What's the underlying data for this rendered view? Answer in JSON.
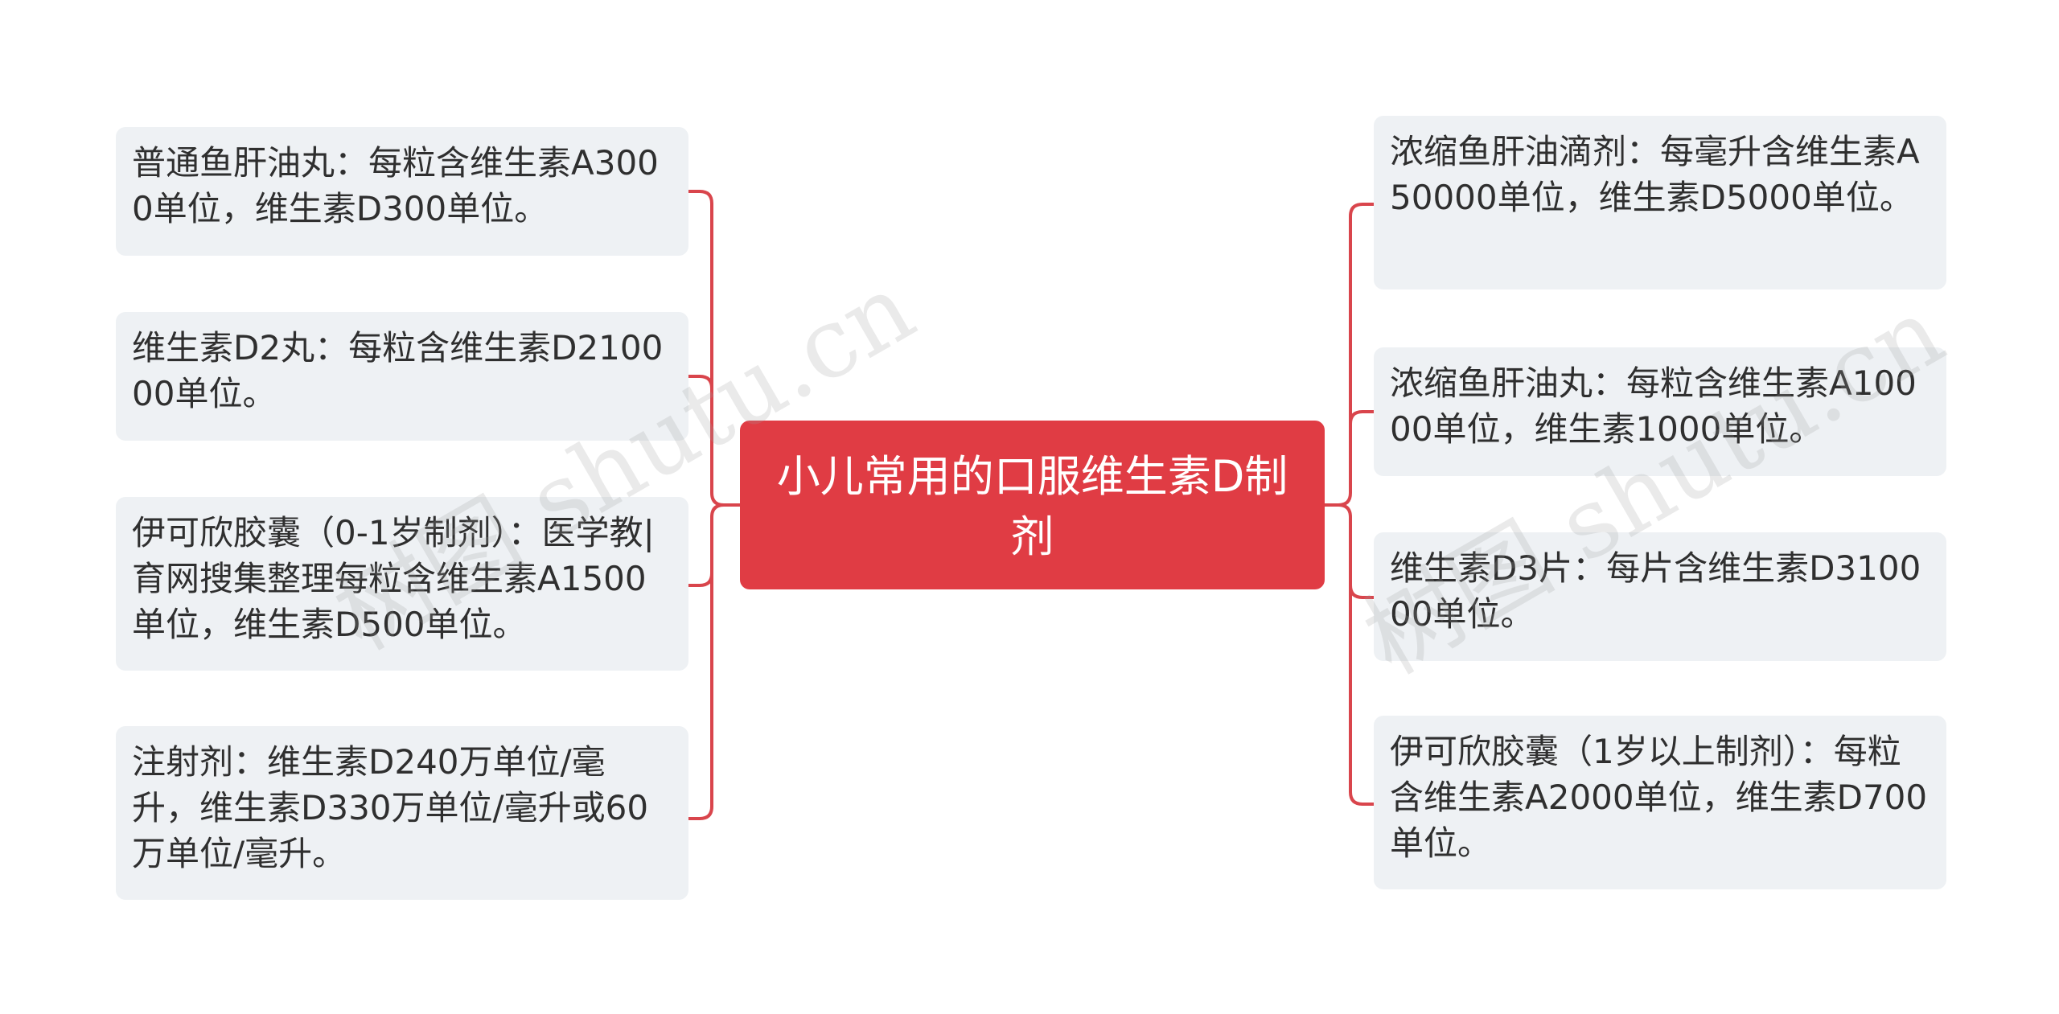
{
  "root": {
    "title": "小儿常用的口服维生素D制剂"
  },
  "left_nodes": [
    {
      "text": "普通鱼肝油丸：每粒含维生素A3000单位，维生素D300单位。"
    },
    {
      "text": "维生素D2丸：每粒含维生素D210000单位。"
    },
    {
      "text": "伊可欣胶囊（0-1岁制剂）：医学教|育网搜集整理每粒含维生素A1500单位，维生素D500单位。"
    },
    {
      "text": "注射剂：维生素D240万单位/毫升，维生素D330万单位/毫升或60万单位/毫升。"
    }
  ],
  "right_nodes": [
    {
      "text": "浓缩鱼肝油滴剂：每毫升含维生素A50000单位，维生素D5000单位。"
    },
    {
      "text": "浓缩鱼肝油丸：每粒含维生素A10000单位，维生素1000单位。"
    },
    {
      "text": "维生素D3片：每片含维生素D310000单位。"
    },
    {
      "text": "伊可欣胶囊（1岁以上制剂）：每粒含维生素A2000单位，维生素D700单位。"
    }
  ],
  "watermark": {
    "text": "树图 shutu.cn"
  },
  "colors": {
    "accent": "#e03c44",
    "connector": "#d9454c",
    "node_bg": "#eef1f4"
  }
}
